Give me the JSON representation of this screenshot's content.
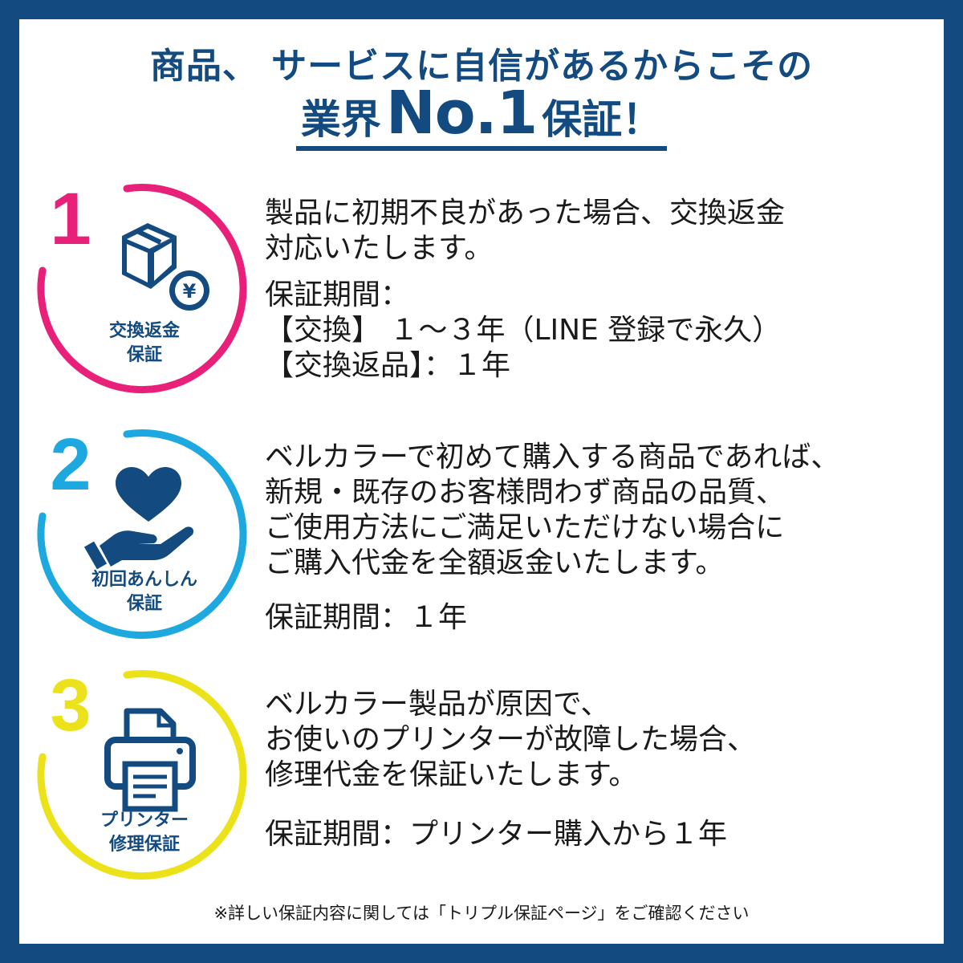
{
  "header": {
    "line1": "商品、 サービスに自信があるからこその",
    "line2_prefix": "業界",
    "line2_highlight": "No.1",
    "line2_suffix": "保証！"
  },
  "sections": [
    {
      "number": "1",
      "accent": "#e8207a",
      "label_line1": "交換返金",
      "label_line2": "保証",
      "icon": "box-with-yen-coin-icon",
      "coin_symbol": "¥",
      "desc_lines": [
        "製品に初期不良があった場合、交換返金",
        "対応いたします。"
      ],
      "period_lines": [
        "保証期間：",
        "【交換】 １～３年（LINE 登録で永久）",
        "【交換返品】：１年"
      ]
    },
    {
      "number": "2",
      "accent": "#1ea8e0",
      "label_line1": "初回あんしん",
      "label_line2": "保証",
      "icon": "heart-in-hand-icon",
      "desc_lines": [
        "ベルカラーで初めて購入する商品であれば、",
        "新規・既存のお客様問わず商品の品質、",
        "ご使用方法にご満足いただけない場合に",
        "ご購入代金を全額返金いたします。"
      ],
      "period_lines": [
        "保証期間：１年"
      ]
    },
    {
      "number": "3",
      "accent": "#ece21a",
      "label_line1": "プリンター",
      "label_line2": "修理保証",
      "icon": "printer-icon",
      "desc_lines": [
        "ベルカラー製品が原因で、",
        "お使いのプリンターが故障した場合、",
        "修理代金を保証いたします。"
      ],
      "period_lines": [
        "保証期間：プリンター購入から１年"
      ]
    }
  ],
  "footnote": "※詳しい保証内容に関しては「トリプル保証ページ」をご確認ください",
  "colors": {
    "navy": "#134a80"
  }
}
